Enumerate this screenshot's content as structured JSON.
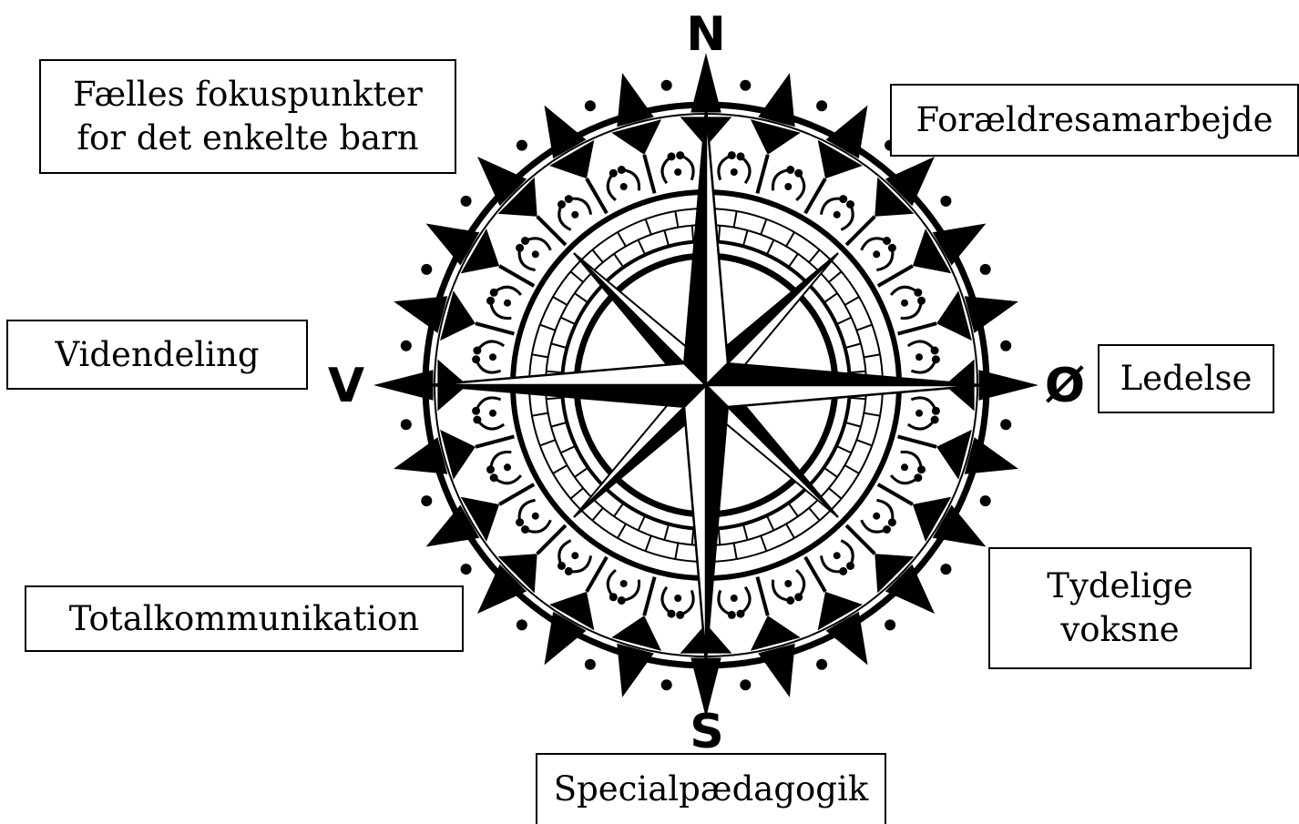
{
  "compass": {
    "north": "N",
    "south": "S",
    "east": "Ø",
    "west": "V"
  },
  "labels": {
    "top_left": "Fælles fokuspunkter\nfor det enkelte barn",
    "top_right": "Forældresamarbejde",
    "left": "Videndeling",
    "right": "Ledelse",
    "bottom_left": "Totalkommunikation",
    "bottom_right": "Tydelige\nvoksne",
    "bottom": "Specialpædagogik"
  },
  "colors": {
    "ink": "#000000",
    "paper": "#ffffff"
  }
}
